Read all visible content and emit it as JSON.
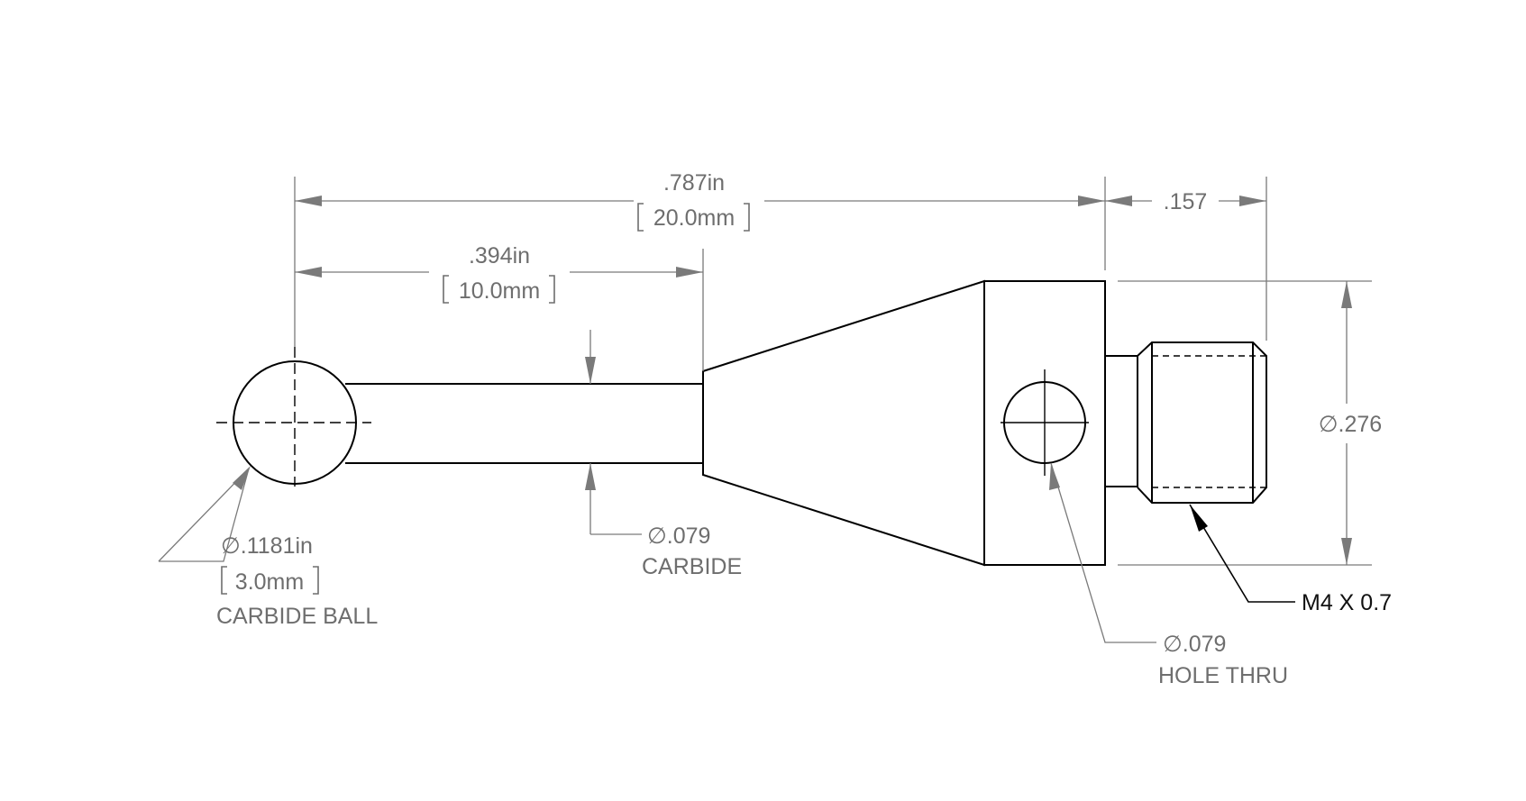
{
  "dimensions": {
    "overall_length": {
      "value": ".787in",
      "metric": "20.0mm"
    },
    "shaft_length": {
      "value": ".394in",
      "metric": "10.0mm"
    },
    "thread_length": {
      "value": ".157"
    },
    "body_diameter": {
      "value": "∅.276"
    }
  },
  "callouts": {
    "ball": {
      "diameter": "∅.1181in",
      "metric": "3.0mm",
      "note": "CARBIDE BALL"
    },
    "stem": {
      "diameter": "∅.079",
      "note": "CARBIDE"
    },
    "hole": {
      "diameter": "∅.079",
      "note": "HOLE THRU"
    },
    "thread": {
      "spec": "M4 X 0.7"
    }
  },
  "colors": {
    "dimension": "#7a7a7a",
    "outline": "#000000",
    "background": "#ffffff"
  }
}
